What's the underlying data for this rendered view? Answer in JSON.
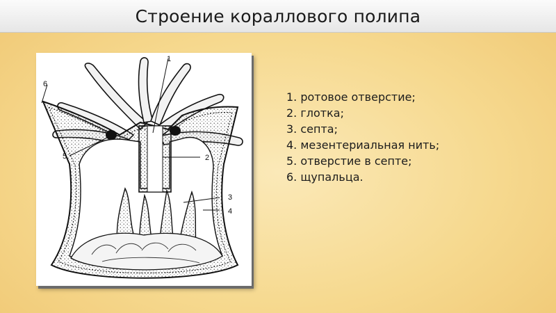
{
  "slide": {
    "title": "Строение кораллового полипа"
  },
  "figure": {
    "callouts": [
      "1",
      "2",
      "3",
      "4",
      "5",
      "6"
    ]
  },
  "legend": {
    "items": [
      "1. ротовое отверстие;",
      "2. глотка;",
      "3. септа;",
      "4. мезентериальная нить;",
      "5. отверстие в септе;",
      "6. щупальца."
    ]
  }
}
